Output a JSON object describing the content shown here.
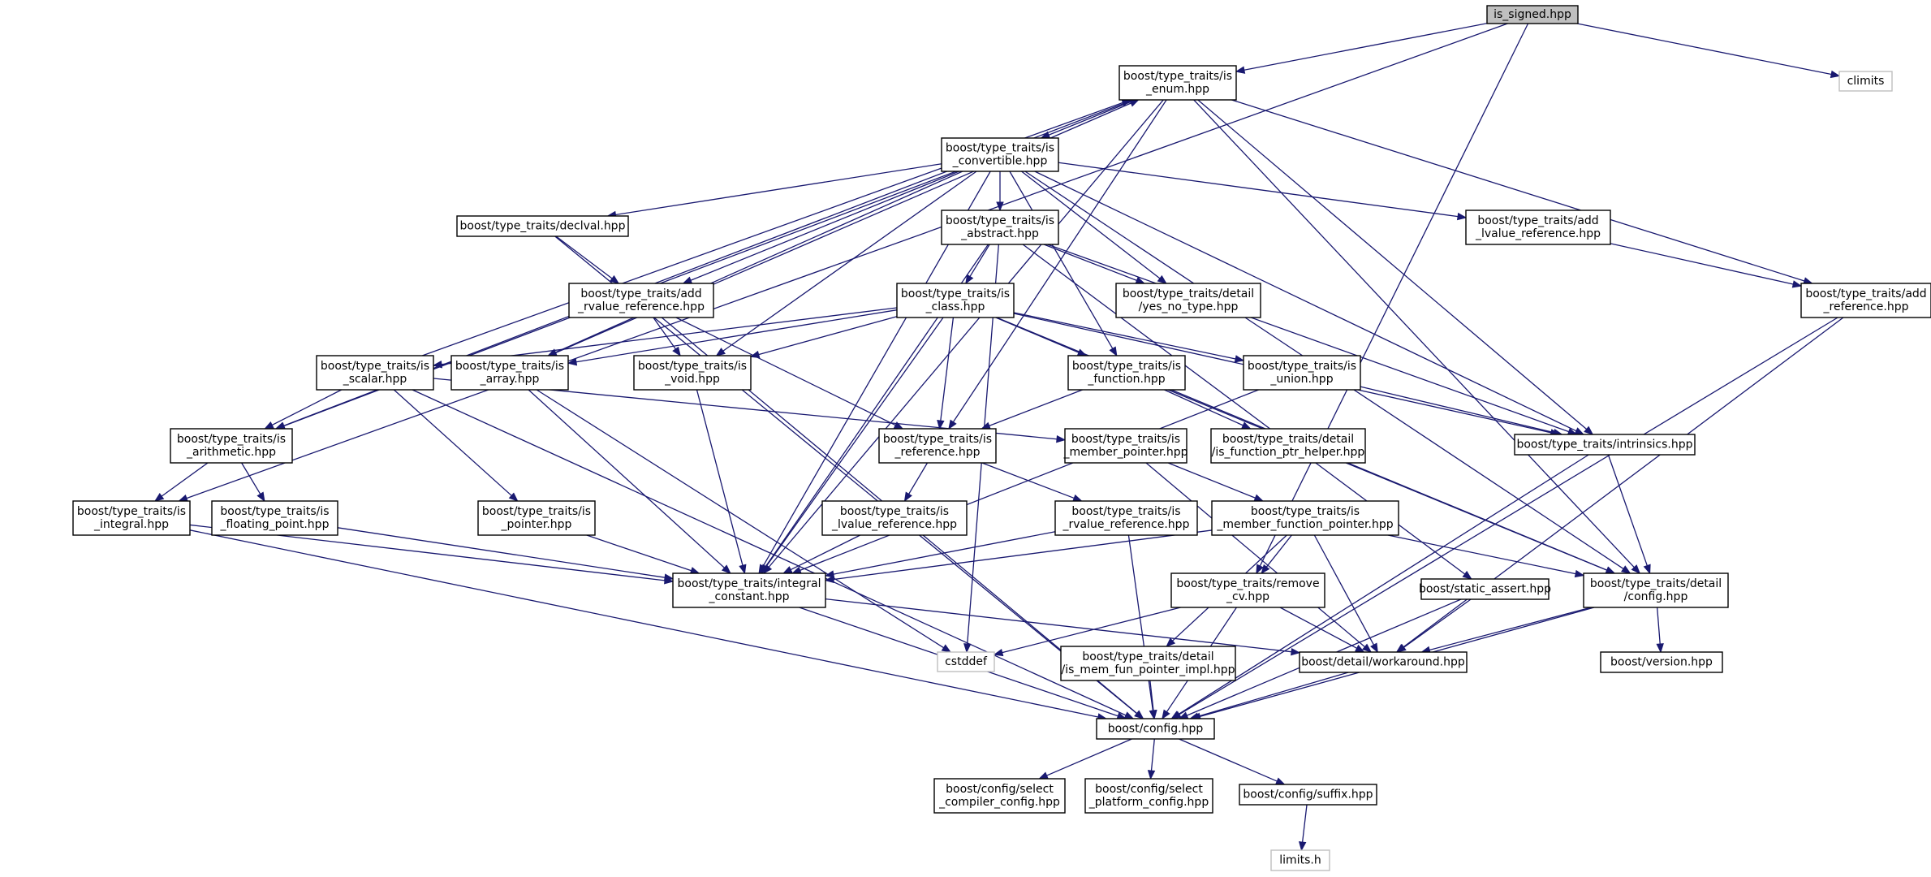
{
  "nodes": [
    {
      "id": "is_signed",
      "lines": [
        "is_signed.hpp"
      ],
      "style": "root"
    },
    {
      "id": "climits",
      "lines": [
        "climits"
      ],
      "style": "sys"
    },
    {
      "id": "is_enum",
      "lines": [
        "boost/type_traits/is",
        "_enum.hpp"
      ],
      "style": ""
    },
    {
      "id": "is_convertible",
      "lines": [
        "boost/type_traits/is",
        "_convertible.hpp"
      ],
      "style": ""
    },
    {
      "id": "declval",
      "lines": [
        "boost/type_traits/declval.hpp"
      ],
      "style": ""
    },
    {
      "id": "is_abstract",
      "lines": [
        "boost/type_traits/is",
        "_abstract.hpp"
      ],
      "style": ""
    },
    {
      "id": "add_lvalue_reference",
      "lines": [
        "boost/type_traits/add",
        "_lvalue_reference.hpp"
      ],
      "style": ""
    },
    {
      "id": "add_reference",
      "lines": [
        "boost/type_traits/add",
        "_reference.hpp"
      ],
      "style": ""
    },
    {
      "id": "add_rvalue_reference",
      "lines": [
        "boost/type_traits/add",
        "_rvalue_reference.hpp"
      ],
      "style": ""
    },
    {
      "id": "is_class",
      "lines": [
        "boost/type_traits/is",
        "_class.hpp"
      ],
      "style": ""
    },
    {
      "id": "yes_no_type",
      "lines": [
        "boost/type_traits/detail",
        "/yes_no_type.hpp"
      ],
      "style": ""
    },
    {
      "id": "is_scalar",
      "lines": [
        "boost/type_traits/is",
        "_scalar.hpp"
      ],
      "style": ""
    },
    {
      "id": "is_array",
      "lines": [
        "boost/type_traits/is",
        "_array.hpp"
      ],
      "style": ""
    },
    {
      "id": "is_void",
      "lines": [
        "boost/type_traits/is",
        "_void.hpp"
      ],
      "style": ""
    },
    {
      "id": "is_function",
      "lines": [
        "boost/type_traits/is",
        "_function.hpp"
      ],
      "style": ""
    },
    {
      "id": "is_union",
      "lines": [
        "boost/type_traits/is",
        "_union.hpp"
      ],
      "style": ""
    },
    {
      "id": "is_arithmetic",
      "lines": [
        "boost/type_traits/is",
        "_arithmetic.hpp"
      ],
      "style": ""
    },
    {
      "id": "is_reference",
      "lines": [
        "boost/type_traits/is",
        "_reference.hpp"
      ],
      "style": ""
    },
    {
      "id": "is_member_pointer",
      "lines": [
        "boost/type_traits/is",
        "_member_pointer.hpp"
      ],
      "style": ""
    },
    {
      "id": "is_function_ptr_helper",
      "lines": [
        "boost/type_traits/detail",
        "/is_function_ptr_helper.hpp"
      ],
      "style": ""
    },
    {
      "id": "intrinsics",
      "lines": [
        "boost/type_traits/intrinsics.hpp"
      ],
      "style": ""
    },
    {
      "id": "is_integral",
      "lines": [
        "boost/type_traits/is",
        "_integral.hpp"
      ],
      "style": ""
    },
    {
      "id": "is_floating_point",
      "lines": [
        "boost/type_traits/is",
        "_floating_point.hpp"
      ],
      "style": ""
    },
    {
      "id": "is_pointer",
      "lines": [
        "boost/type_traits/is",
        "_pointer.hpp"
      ],
      "style": ""
    },
    {
      "id": "is_lvalue_reference",
      "lines": [
        "boost/type_traits/is",
        "_lvalue_reference.hpp"
      ],
      "style": ""
    },
    {
      "id": "is_rvalue_reference",
      "lines": [
        "boost/type_traits/is",
        "_rvalue_reference.hpp"
      ],
      "style": ""
    },
    {
      "id": "is_member_function_pointer",
      "lines": [
        "boost/type_traits/is",
        "_member_function_pointer.hpp"
      ],
      "style": ""
    },
    {
      "id": "integral_constant",
      "lines": [
        "boost/type_traits/integral",
        "_constant.hpp"
      ],
      "style": ""
    },
    {
      "id": "remove_cv",
      "lines": [
        "boost/type_traits/remove",
        "_cv.hpp"
      ],
      "style": ""
    },
    {
      "id": "static_assert",
      "lines": [
        "boost/static_assert.hpp"
      ],
      "style": ""
    },
    {
      "id": "detail_config",
      "lines": [
        "boost/type_traits/detail",
        "/config.hpp"
      ],
      "style": ""
    },
    {
      "id": "cstddef",
      "lines": [
        "cstddef"
      ],
      "style": "sys"
    },
    {
      "id": "is_mem_fun_pointer_impl",
      "lines": [
        "boost/type_traits/detail",
        "/is_mem_fun_pointer_impl.hpp"
      ],
      "style": ""
    },
    {
      "id": "workaround",
      "lines": [
        "boost/detail/workaround.hpp"
      ],
      "style": ""
    },
    {
      "id": "version",
      "lines": [
        "boost/version.hpp"
      ],
      "style": ""
    },
    {
      "id": "config",
      "lines": [
        "boost/config.hpp"
      ],
      "style": ""
    },
    {
      "id": "select_compiler_config",
      "lines": [
        "boost/config/select",
        "_compiler_config.hpp"
      ],
      "style": ""
    },
    {
      "id": "select_platform_config",
      "lines": [
        "boost/config/select",
        "_platform_config.hpp"
      ],
      "style": ""
    },
    {
      "id": "suffix",
      "lines": [
        "boost/config/suffix.hpp"
      ],
      "style": ""
    },
    {
      "id": "limits_h",
      "lines": [
        "limits.h"
      ],
      "style": "sys"
    }
  ],
  "edges": [
    [
      "is_signed",
      "is_enum"
    ],
    [
      "is_signed",
      "climits"
    ],
    [
      "is_signed",
      "is_integral"
    ],
    [
      "is_signed",
      "remove_cv"
    ],
    [
      "is_enum",
      "is_convertible"
    ],
    [
      "is_enum",
      "is_arithmetic"
    ],
    [
      "is_enum",
      "is_reference"
    ],
    [
      "is_enum",
      "integral_constant"
    ],
    [
      "is_enum",
      "add_reference"
    ],
    [
      "is_enum",
      "intrinsics"
    ],
    [
      "is_enum",
      "detail_config"
    ],
    [
      "is_convertible",
      "declval"
    ],
    [
      "is_convertible",
      "is_abstract"
    ],
    [
      "is_convertible",
      "add_lvalue_reference"
    ],
    [
      "is_convertible",
      "add_rvalue_reference"
    ],
    [
      "is_convertible",
      "yes_no_type"
    ],
    [
      "is_convertible",
      "is_array"
    ],
    [
      "is_convertible",
      "is_void"
    ],
    [
      "is_convertible",
      "is_function"
    ],
    [
      "is_convertible",
      "is_arithmetic"
    ],
    [
      "is_convertible",
      "integral_constant"
    ],
    [
      "is_convertible",
      "intrinsics"
    ],
    [
      "is_convertible",
      "detail_config"
    ],
    [
      "declval",
      "add_rvalue_reference"
    ],
    [
      "declval",
      "config"
    ],
    [
      "add_lvalue_reference",
      "add_reference"
    ],
    [
      "add_reference",
      "workaround"
    ],
    [
      "add_reference",
      "config"
    ],
    [
      "is_abstract",
      "is_class"
    ],
    [
      "is_abstract",
      "yes_no_type"
    ],
    [
      "is_abstract",
      "static_assert"
    ],
    [
      "is_abstract",
      "integral_constant"
    ],
    [
      "is_abstract",
      "cstddef"
    ],
    [
      "is_abstract",
      "intrinsics"
    ],
    [
      "add_rvalue_reference",
      "is_void"
    ],
    [
      "add_rvalue_reference",
      "is_reference"
    ],
    [
      "add_rvalue_reference",
      "config"
    ],
    [
      "is_class",
      "is_scalar"
    ],
    [
      "is_class",
      "is_array"
    ],
    [
      "is_class",
      "is_void"
    ],
    [
      "is_class",
      "is_function"
    ],
    [
      "is_class",
      "is_union"
    ],
    [
      "is_class",
      "is_reference"
    ],
    [
      "is_class",
      "integral_constant"
    ],
    [
      "is_class",
      "intrinsics"
    ],
    [
      "is_class",
      "detail_config"
    ],
    [
      "is_scalar",
      "is_enum"
    ],
    [
      "is_scalar",
      "is_arithmetic"
    ],
    [
      "is_scalar",
      "is_pointer"
    ],
    [
      "is_scalar",
      "is_member_pointer"
    ],
    [
      "is_scalar",
      "config"
    ],
    [
      "is_array",
      "is_enum"
    ],
    [
      "is_array",
      "integral_constant"
    ],
    [
      "is_array",
      "cstddef"
    ],
    [
      "is_void",
      "integral_constant"
    ],
    [
      "is_function",
      "is_reference"
    ],
    [
      "is_function",
      "is_function_ptr_helper"
    ],
    [
      "is_function",
      "detail_config"
    ],
    [
      "is_union",
      "integral_constant"
    ],
    [
      "is_union",
      "intrinsics"
    ],
    [
      "is_arithmetic",
      "is_integral"
    ],
    [
      "is_arithmetic",
      "is_floating_point"
    ],
    [
      "is_integral",
      "integral_constant"
    ],
    [
      "is_integral",
      "config"
    ],
    [
      "is_floating_point",
      "integral_constant"
    ],
    [
      "is_pointer",
      "integral_constant"
    ],
    [
      "is_reference",
      "is_lvalue_reference"
    ],
    [
      "is_reference",
      "is_rvalue_reference"
    ],
    [
      "is_lvalue_reference",
      "integral_constant"
    ],
    [
      "is_rvalue_reference",
      "integral_constant"
    ],
    [
      "is_rvalue_reference",
      "config"
    ],
    [
      "is_member_pointer",
      "is_member_function_pointer"
    ],
    [
      "is_member_pointer",
      "workaround"
    ],
    [
      "is_member_function_pointer",
      "remove_cv"
    ],
    [
      "is_member_function_pointer",
      "is_mem_fun_pointer_impl"
    ],
    [
      "is_member_function_pointer",
      "integral_constant"
    ],
    [
      "is_member_function_pointer",
      "workaround"
    ],
    [
      "is_member_function_pointer",
      "detail_config"
    ],
    [
      "intrinsics",
      "detail_config"
    ],
    [
      "intrinsics",
      "config"
    ],
    [
      "integral_constant",
      "config"
    ],
    [
      "integral_constant",
      "workaround"
    ],
    [
      "remove_cv",
      "cstddef"
    ],
    [
      "remove_cv",
      "workaround"
    ],
    [
      "remove_cv",
      "config"
    ],
    [
      "static_assert",
      "workaround"
    ],
    [
      "static_assert",
      "config"
    ],
    [
      "detail_config",
      "workaround"
    ],
    [
      "detail_config",
      "version"
    ],
    [
      "detail_config",
      "config"
    ],
    [
      "is_mem_fun_pointer_impl",
      "config"
    ],
    [
      "workaround",
      "config"
    ],
    [
      "config",
      "select_compiler_config"
    ],
    [
      "config",
      "select_platform_config"
    ],
    [
      "config",
      "suffix"
    ],
    [
      "suffix",
      "limits_h"
    ]
  ]
}
